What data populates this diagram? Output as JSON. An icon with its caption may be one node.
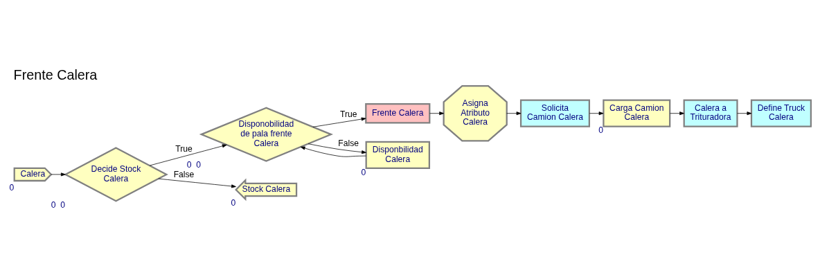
{
  "diagram": {
    "title": "Frente Calera",
    "nodes": [
      {
        "text": [
          "Calera"
        ],
        "beside": [
          "0"
        ]
      },
      {
        "text": [
          "Decide Stock Calera"
        ],
        "beside": [
          "0",
          "0"
        ]
      },
      {
        "text": [
          "Disponobilidad de pala frente Calera"
        ],
        "beside": [
          "0",
          "0"
        ]
      },
      {
        "text": [
          "Frente Calera"
        ]
      },
      {
        "text": [
          "Asigna Atributo Calera"
        ]
      },
      {
        "text": [
          "Solicita Camion Calera"
        ]
      },
      {
        "text": [
          "Carga Camion Calera"
        ],
        "beside": [
          "0"
        ]
      },
      {
        "text": [
          "Calera a Trituradora"
        ]
      },
      {
        "text": [
          "Define Truck Calera"
        ]
      },
      {
        "text": [
          "Stock Calera"
        ],
        "beside": [
          "0"
        ]
      },
      {
        "text": [
          "Disponbilidad Calera"
        ],
        "beside": [
          "0"
        ]
      }
    ],
    "edges": [
      {
        "from": 0,
        "to": 1,
        "arrow": "to"
      },
      {
        "from": 1,
        "to": 2,
        "arrow": "to",
        "label": "True"
      },
      {
        "from": 2,
        "to": 3,
        "arrow": "to",
        "label": "True"
      },
      {
        "from": 3,
        "to": 4,
        "arrow": "to"
      },
      {
        "from": 4,
        "to": 5,
        "arrow": "to"
      },
      {
        "from": 5,
        "to": 6,
        "arrow": "to"
      },
      {
        "from": 6,
        "to": 7,
        "arrow": "to"
      },
      {
        "from": 7,
        "to": 8,
        "arrow": "to"
      },
      {
        "from": 1,
        "to": 9,
        "arrow": "to",
        "label": "False"
      },
      {
        "from": 2,
        "to": 10,
        "arrow": "to",
        "label": "False"
      },
      {
        "from": 10,
        "to": 2,
        "arrow": "to"
      }
    ]
  }
}
